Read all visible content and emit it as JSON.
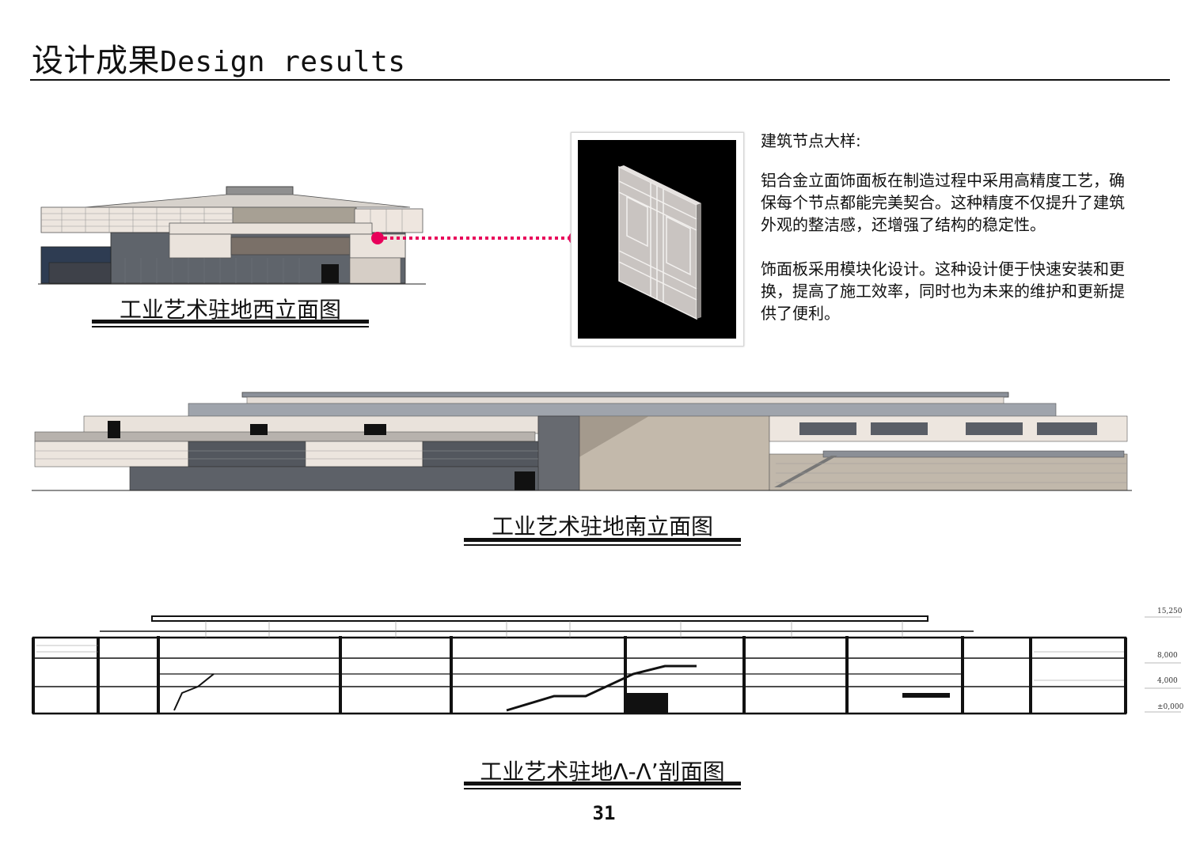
{
  "header": {
    "title_cn": "设计成果",
    "title_en": "Design results"
  },
  "west_elevation": {
    "caption": "工业艺术驻地西立面图"
  },
  "detail": {
    "heading": "建筑节点大样:",
    "paragraph_1": "铝合金立面饰面板在制造过程中采用高精度工艺，确保每个节点都能完美契合。这种精度不仅提升了建筑外观的整洁感，还增强了结构的稳定性。",
    "paragraph_2": "饰面板采用模块化设计。这种设计便于快速安装和更换，提高了施工效率，同时也为未来的维护和更新提供了便利。"
  },
  "south_elevation": {
    "caption": "工业艺术驻地南立面图"
  },
  "section": {
    "caption": "工业艺术驻地Λ-Λ’剖面图",
    "levels": [
      "15,250",
      "8,000",
      "4,000",
      "±0,000"
    ]
  },
  "footer": {
    "page_number": "31"
  },
  "colors": {
    "accent_dot": "#e8005a",
    "rule": "#111111",
    "panel_light": "#ece3dc",
    "wall_tan": "#bdb5a8",
    "wall_dark": "#5b6068"
  }
}
